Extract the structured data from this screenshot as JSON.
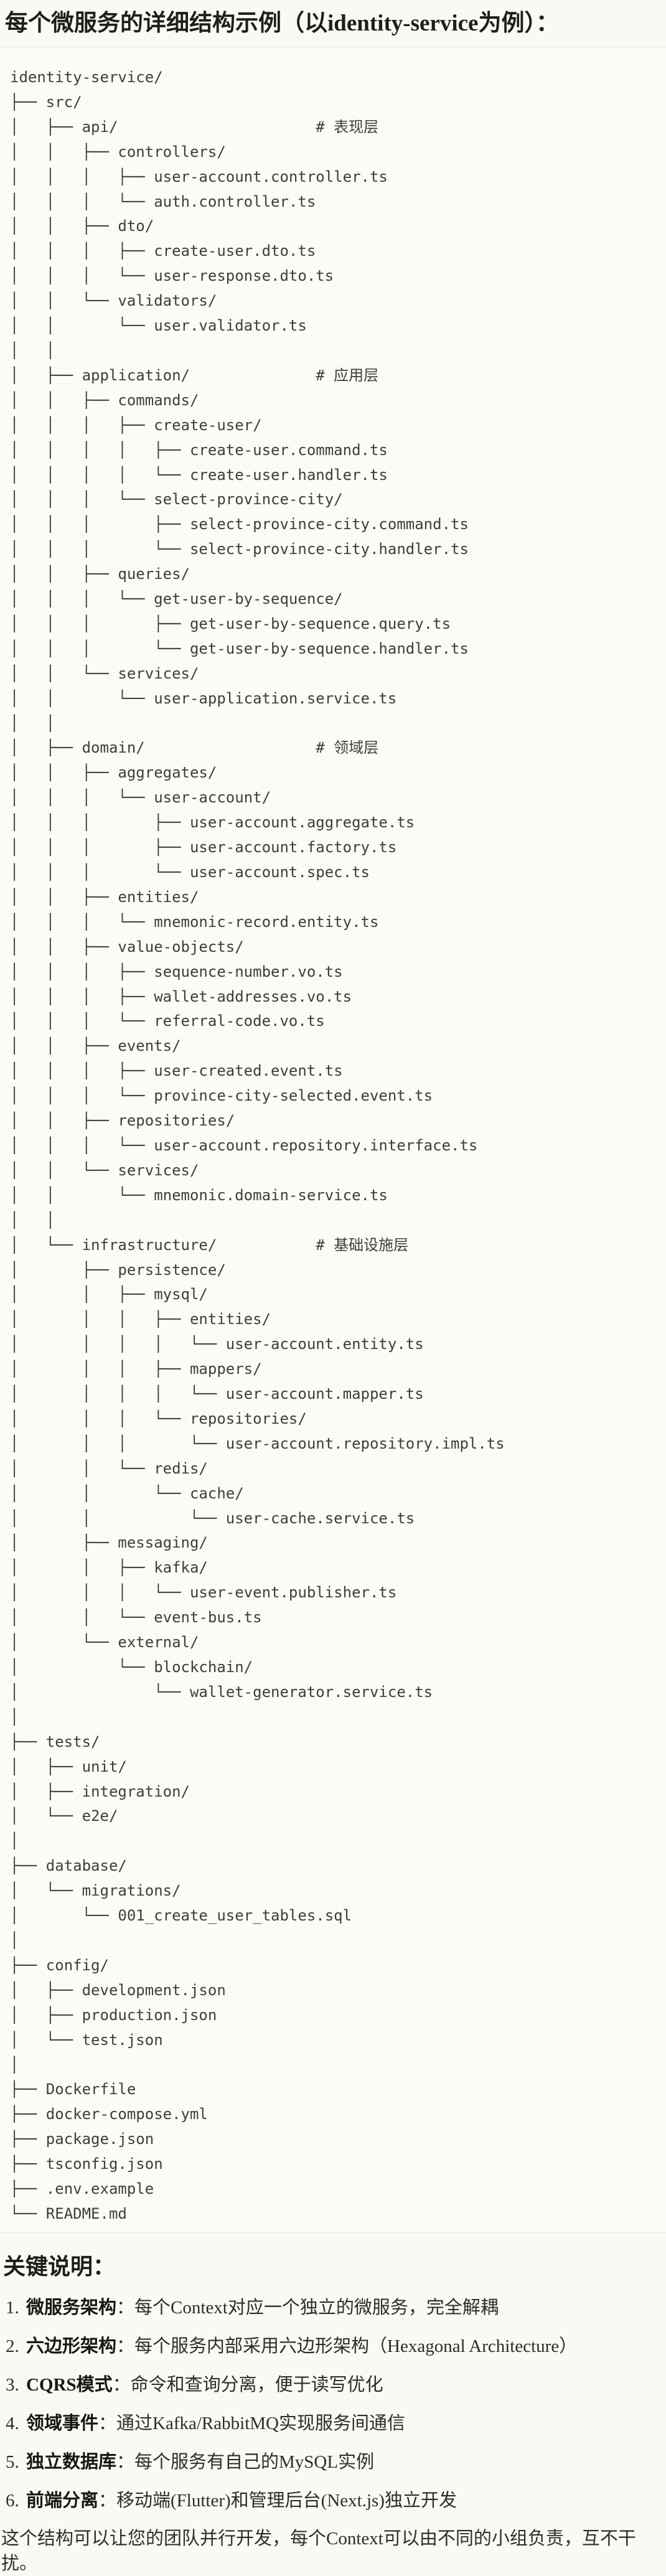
{
  "title": "每个微服务的详细结构示例（以identity-service为例）：",
  "tree": {
    "lines": [
      "identity-service/",
      "├── src/",
      "│   ├── api/                      # 表现层",
      "│   │   ├── controllers/",
      "│   │   │   ├── user-account.controller.ts",
      "│   │   │   └── auth.controller.ts",
      "│   │   ├── dto/",
      "│   │   │   ├── create-user.dto.ts",
      "│   │   │   └── user-response.dto.ts",
      "│   │   └── validators/",
      "│   │       └── user.validator.ts",
      "│   │",
      "│   ├── application/              # 应用层",
      "│   │   ├── commands/",
      "│   │   │   ├── create-user/",
      "│   │   │   │   ├── create-user.command.ts",
      "│   │   │   │   └── create-user.handler.ts",
      "│   │   │   └── select-province-city/",
      "│   │   │       ├── select-province-city.command.ts",
      "│   │   │       └── select-province-city.handler.ts",
      "│   │   ├── queries/",
      "│   │   │   └── get-user-by-sequence/",
      "│   │   │       ├── get-user-by-sequence.query.ts",
      "│   │   │       └── get-user-by-sequence.handler.ts",
      "│   │   └── services/",
      "│   │       └── user-application.service.ts",
      "│   │",
      "│   ├── domain/                   # 领域层",
      "│   │   ├── aggregates/",
      "│   │   │   └── user-account/",
      "│   │   │       ├── user-account.aggregate.ts",
      "│   │   │       ├── user-account.factory.ts",
      "│   │   │       └── user-account.spec.ts",
      "│   │   ├── entities/",
      "│   │   │   └── mnemonic-record.entity.ts",
      "│   │   ├── value-objects/",
      "│   │   │   ├── sequence-number.vo.ts",
      "│   │   │   ├── wallet-addresses.vo.ts",
      "│   │   │   └── referral-code.vo.ts",
      "│   │   ├── events/",
      "│   │   │   ├── user-created.event.ts",
      "│   │   │   └── province-city-selected.event.ts",
      "│   │   ├── repositories/",
      "│   │   │   └── user-account.repository.interface.ts",
      "│   │   └── services/",
      "│   │       └── mnemonic.domain-service.ts",
      "│   │",
      "│   └── infrastructure/           # 基础设施层",
      "│       ├── persistence/",
      "│       │   ├── mysql/",
      "│       │   │   ├── entities/",
      "│       │   │   │   └── user-account.entity.ts",
      "│       │   │   ├── mappers/",
      "│       │   │   │   └── user-account.mapper.ts",
      "│       │   │   └── repositories/",
      "│       │   │       └── user-account.repository.impl.ts",
      "│       │   └── redis/",
      "│       │       └── cache/",
      "│       │           └── user-cache.service.ts",
      "│       ├── messaging/",
      "│       │   ├── kafka/",
      "│       │   │   └── user-event.publisher.ts",
      "│       │   └── event-bus.ts",
      "│       └── external/",
      "│           └── blockchain/",
      "│               └── wallet-generator.service.ts",
      "│",
      "├── tests/",
      "│   ├── unit/",
      "│   ├── integration/",
      "│   └── e2e/",
      "│",
      "├── database/",
      "│   └── migrations/",
      "│       └── 001_create_user_tables.sql",
      "│",
      "├── config/",
      "│   ├── development.json",
      "│   ├── production.json",
      "│   └── test.json",
      "│",
      "├── Dockerfile",
      "├── docker-compose.yml",
      "├── package.json",
      "├── tsconfig.json",
      "├── .env.example",
      "└── README.md"
    ]
  },
  "notes": {
    "heading": "关键说明：",
    "items": [
      {
        "num": "1.",
        "label": "微服务架构",
        "sep": "：",
        "text": "每个Context对应一个独立的微服务，完全解耦"
      },
      {
        "num": "2.",
        "label": "六边形架构",
        "sep": "：",
        "text": "每个服务内部采用六边形架构（Hexagonal Architecture）"
      },
      {
        "num": "3.",
        "label": "CQRS模式",
        "sep": "：",
        "text": "命令和查询分离，便于读写优化"
      },
      {
        "num": "4.",
        "label": "领域事件",
        "sep": "：",
        "text": "通过Kafka/RabbitMQ实现服务间通信"
      },
      {
        "num": "5.",
        "label": "独立数据库",
        "sep": "：",
        "text": "每个服务有自己的MySQL实例"
      },
      {
        "num": "6.",
        "label": "前端分离",
        "sep": "：",
        "text": "移动端(Flutter)和管理后台(Next.js)独立开发"
      }
    ],
    "footer": "这个结构可以让您的团队并行开发，每个Context可以由不同的小组负责，互不干扰。"
  },
  "colors": {
    "page_bg": "#FAF9F4",
    "code_bg": "#FCFBF7",
    "code_border": "#E6E3DA",
    "code_text": "#3E3E39",
    "heading_text": "#1D1C19",
    "body_text": "#2E2D28"
  }
}
